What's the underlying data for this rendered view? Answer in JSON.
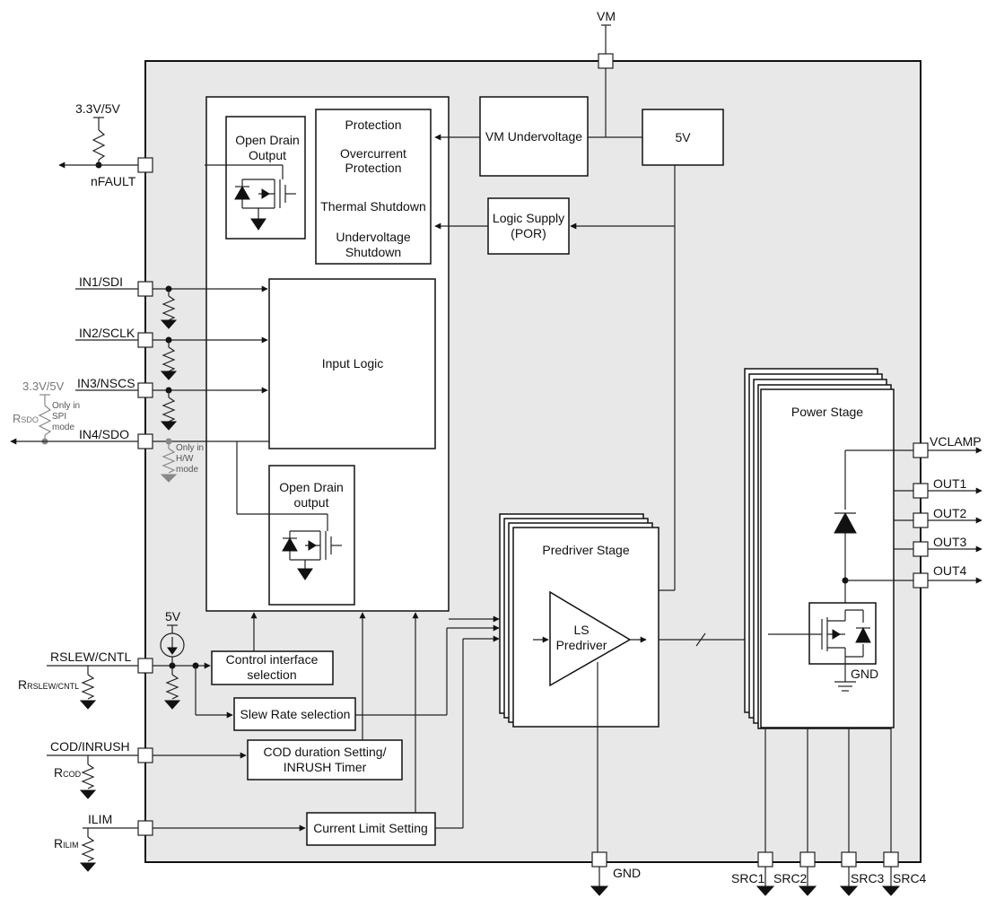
{
  "labels": {
    "vm": "VM",
    "supply_33_5": "3.3V/5V",
    "nfault": "nFAULT",
    "in1": "IN1/SDI",
    "in2": "IN2/SCLK",
    "in3": "IN3/NSCS",
    "in4": "IN4/SDO",
    "supply_33_5_sdo": "3.3V/5V",
    "rsdo_r": "R",
    "rsdo_sub": "SDO",
    "only_spi_1": "Only in",
    "only_spi_2": "SPI",
    "only_spi_3": "mode",
    "only_hw_1": "Only in",
    "only_hw_2": "H/W",
    "only_hw_3": "mode",
    "five_v_src": "5V",
    "rslew_cntl": "RSLEW/CNTL",
    "rrslew_r": "R",
    "rrslew_sub": "RSLEW/CNTL",
    "cod_inrush": "COD/INRUSH",
    "rcod_r": "R",
    "rcod_sub": "COD",
    "ilim": "ILIM",
    "rilim_r": "R",
    "rilim_sub": "ILIM",
    "gnd_pin": "GND",
    "src1": "SRC1",
    "src2": "SRC2",
    "src3": "SRC3",
    "src4": "SRC4",
    "vclamp": "VCLAMP",
    "out1": "OUT1",
    "out2": "OUT2",
    "out3": "OUT3",
    "out4": "OUT4",
    "power_gnd": "GND"
  },
  "blocks": {
    "open_drain_output_1": "Open Drain",
    "open_drain_output_2": "Output",
    "protection": "Protection",
    "overcurrent_1": "Overcurrent",
    "overcurrent_2": "Protection",
    "thermal_shutdown": "Thermal Shutdown",
    "undervoltage_1": "Undervoltage",
    "undervoltage_2": "Shutdown",
    "vm_undervoltage": "VM Undervoltage",
    "five_v": "5V",
    "logic_supply_1": "Logic Supply",
    "logic_supply_2": "(POR)",
    "input_logic": "Input Logic",
    "open_drain_lower_1": "Open Drain",
    "open_drain_lower_2": "output",
    "predriver_stage": "Predriver Stage",
    "ls_predriver_1": "LS",
    "ls_predriver_2": "Predriver",
    "power_stage": "Power Stage",
    "control_interface_1": "Control interface",
    "control_interface_2": "selection",
    "slew_rate": "Slew Rate selection",
    "cod_duration_1": "COD duration Setting/",
    "cod_duration_2": "INRUSH Timer",
    "current_limit": "Current Limit Setting"
  }
}
